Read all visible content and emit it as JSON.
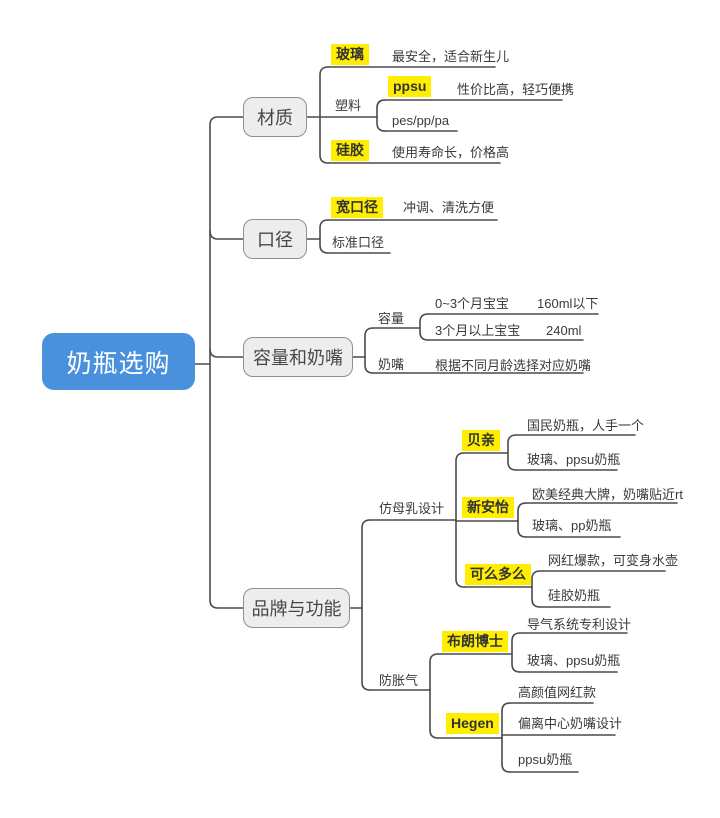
{
  "colors": {
    "root_bg": "#4a91dd",
    "root_text": "#ffffff",
    "node_bg": "#ededed",
    "node_border": "#8f8f8f",
    "highlight": "#ffee00",
    "line": "#4a4a4a",
    "text": "#3a3a3a"
  },
  "root": {
    "label": "奶瓶选购"
  },
  "material": {
    "label": "材质",
    "glass_tag": "玻璃",
    "glass_desc": "最安全，适合新生儿",
    "plastic_label": "塑料",
    "ppsu_tag": "ppsu",
    "ppsu_desc": "性价比高，轻巧便携",
    "pes_label": "pes/pp/pa",
    "silicone_tag": "硅胶",
    "silicone_desc": "使用寿命长，价格高"
  },
  "caliber": {
    "label": "口径",
    "wide_tag": "宽口径",
    "wide_desc": "冲调、清洗方便",
    "standard_label": "标准口径"
  },
  "capacity": {
    "label": "容量和奶嘴",
    "volume_label": "容量",
    "row1_age": "0~3个月宝宝",
    "row1_size": "160ml以下",
    "row2_age": "3个月以上宝宝",
    "row2_size": "240ml",
    "nipple_label": "奶嘴",
    "nipple_desc": "根据不同月龄选择对应奶嘴"
  },
  "brand": {
    "label": "品牌与功能",
    "breastlike_label": "仿母乳设计",
    "pigeon_tag": "贝亲",
    "pigeon_desc1": "国民奶瓶，人手一个",
    "pigeon_desc2": "玻璃、ppsu奶瓶",
    "avent_tag": "新安怡",
    "avent_desc1": "欧美经典大牌，奶嘴贴近rt",
    "avent_desc2": "玻璃、pp奶瓶",
    "comotomo_tag": "可么多么",
    "comotomo_desc1": "网红爆款，可变身水壶",
    "comotomo_desc2": "硅胶奶瓶",
    "antigas_label": "防胀气",
    "drbrown_tag": "布朗博士",
    "drbrown_desc1": "导气系统专利设计",
    "drbrown_desc2": "玻璃、ppsu奶瓶",
    "hegen_tag": "Hegen",
    "hegen_desc1": "高颜值网红款",
    "hegen_desc2": "偏离中心奶嘴设计",
    "hegen_desc3": "ppsu奶瓶"
  }
}
